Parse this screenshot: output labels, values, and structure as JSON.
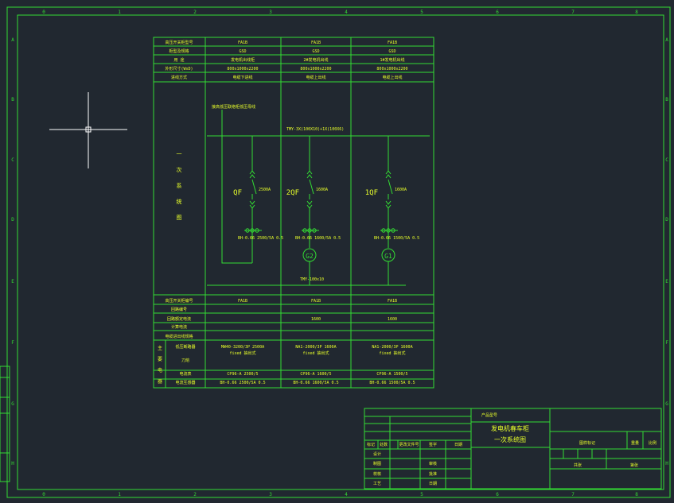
{
  "colors": {
    "background": "#212830",
    "line": "#33dd33",
    "text": "#e8ff2a",
    "crosshair": "#ffffff"
  },
  "frame": {
    "col_labels": [
      "0",
      "1",
      "2",
      "3",
      "4",
      "5",
      "6",
      "7",
      "8"
    ],
    "row_labels": [
      "A",
      "B",
      "C",
      "D",
      "E",
      "F",
      "G",
      "H"
    ]
  },
  "top_table": {
    "row_headers": [
      "高压开关柜型号",
      "柜型及规格",
      "用 途",
      "外形尺寸(WxD)",
      "进线方式"
    ],
    "columns": [
      {
        "cells": [
          "FA1B",
          "GSD",
          "发电机出线柜",
          "800x1000x2200",
          "电缆下进线"
        ]
      },
      {
        "cells": [
          "FA1B",
          "GSD",
          "2#发电机出线",
          "800x1000x2200",
          "电缆上出线"
        ]
      },
      {
        "cells": [
          "FA1B",
          "GSD",
          "1#发电机出线",
          "800x1000x2200",
          "电缆上出线"
        ]
      }
    ]
  },
  "diagram": {
    "side_title": [
      "一",
      "次",
      "系",
      "统",
      "图"
    ],
    "note_top": "接高低压联络柜低压母线",
    "busbar_label": "TMY-3X(100X10)+1X(100X6)",
    "lower_bus_label": "TMY-100x10",
    "feeders": [
      {
        "breaker": "QF",
        "rating": "2500A",
        "ct": "BH-0.66 2500/5A 0.5"
      },
      {
        "breaker": "2QF",
        "rating": "1600A",
        "ct": "BH-0.66 1600/5A 0.5",
        "gen": "G2"
      },
      {
        "breaker": "1QF",
        "rating": "1600A",
        "ct": "BH-0.66 1500/5A 0.5",
        "gen": "G1"
      }
    ]
  },
  "bottom_table": {
    "row_headers": [
      "高压开关柜编号",
      "回路编号",
      "回路额定电流",
      "计算电流",
      "电缆进出线规格"
    ],
    "columns": [
      {
        "cells": [
          "FA1B",
          "",
          "",
          "",
          ""
        ]
      },
      {
        "cells": [
          "FA1B",
          "",
          "1600",
          "",
          ""
        ]
      },
      {
        "cells": [
          "FA1B",
          "",
          "1600",
          "",
          ""
        ]
      }
    ],
    "equip_label": "主要电器",
    "equip_rows": [
      "低压断路器",
      "刀熔",
      "电流表",
      "电流互感器"
    ],
    "equip_cells": [
      [
        "MW40-3200/3P 2500A",
        "",
        "CP96-A 2500/5",
        "BH-0.66 2500/5A 0.5"
      ],
      [
        "NA1-2000/3P 1600A",
        "",
        "CP96-A 1600/5",
        "BH-0.66 1600/5A 0.5"
      ],
      [
        "NA1-2000/3P 1600A",
        "",
        "CP96-A 1500/5",
        "BH-0.66 1500/5A 0.5"
      ]
    ],
    "equip_sub": [
      "fixed 抽出式",
      "fixed 抽出式",
      "fixed 抽出式"
    ]
  },
  "title_block": {
    "project_label": "产品型号",
    "drawing_title_1": "发电机春车柜",
    "drawing_title_2": "一次系统图",
    "rev_headers": [
      "标记",
      "处数",
      "更改文件号",
      "签字",
      "日期"
    ],
    "roles": [
      "设计",
      "制图",
      "校核",
      "工艺"
    ],
    "approve_roles": [
      "审核",
      "批准",
      "日期"
    ],
    "right_heading": "图样标记",
    "weight_label": "重量",
    "scale_label": "比例",
    "sheet_label": "共张",
    "page_label": "第张"
  }
}
